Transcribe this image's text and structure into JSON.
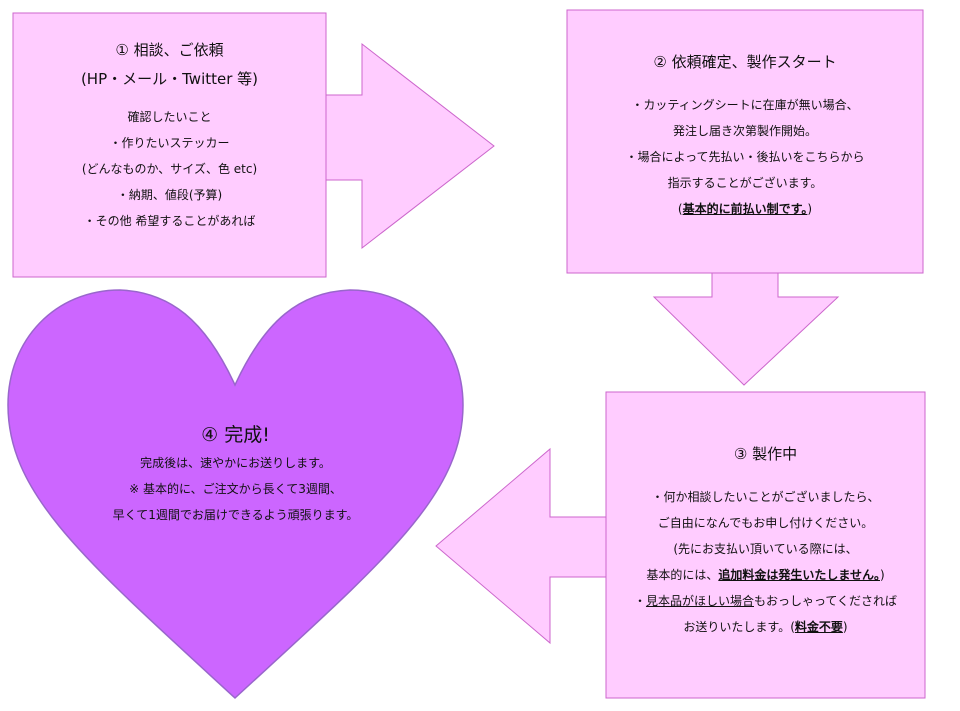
{
  "colors": {
    "box_fill": "#FFCCFF",
    "box_stroke": "#CC66CC",
    "heart_fill": "#CC66FF",
    "heart_stroke": "#9966CC"
  },
  "step1": {
    "title": "① 相談、ご依頼",
    "subtitle": "(HP・メール・Twitter 等)",
    "lines": [
      "確認したいこと",
      "・作りたいステッカー",
      "(どんなものか、サイズ、色 etc)",
      "・納期、値段(予算)",
      "・その他 希望することがあれば"
    ]
  },
  "step2": {
    "title": "② 依頼確定、製作スタート",
    "lines": [
      "・カッティングシートに在庫が無い場合、",
      "発注し届き次第製作開始。",
      "・場合によって先払い・後払いをこちらから",
      "指示することがございます。"
    ],
    "note_open": "(",
    "note_bold": "基本的に前払い制です。",
    "note_close": ")"
  },
  "step3": {
    "title": "③ 製作中",
    "line1": "・何か相談したいことがございましたら、",
    "line2": "ご自由になんでもお申し付けください。",
    "line3": "(先にお支払い頂いている際には、",
    "line4_pre": "基本的には、",
    "line4_bold": "追加料金は発生いたしません。",
    "line4_post": ")",
    "line5_pre": "・",
    "line5_u": "見本品がほしい場合",
    "line5_post": "もおっしゃってくだされば",
    "line6_pre": "お送りいたします。(",
    "line6_bold": "料金不要",
    "line6_post": ")"
  },
  "step4": {
    "title": "④ 完成!",
    "lines": [
      "完成後は、速やかにお送りします。",
      "※ 基本的に、ご注文から長くて3週間、",
      "早くて1週間でお届けできるよう頑張ります。"
    ]
  }
}
